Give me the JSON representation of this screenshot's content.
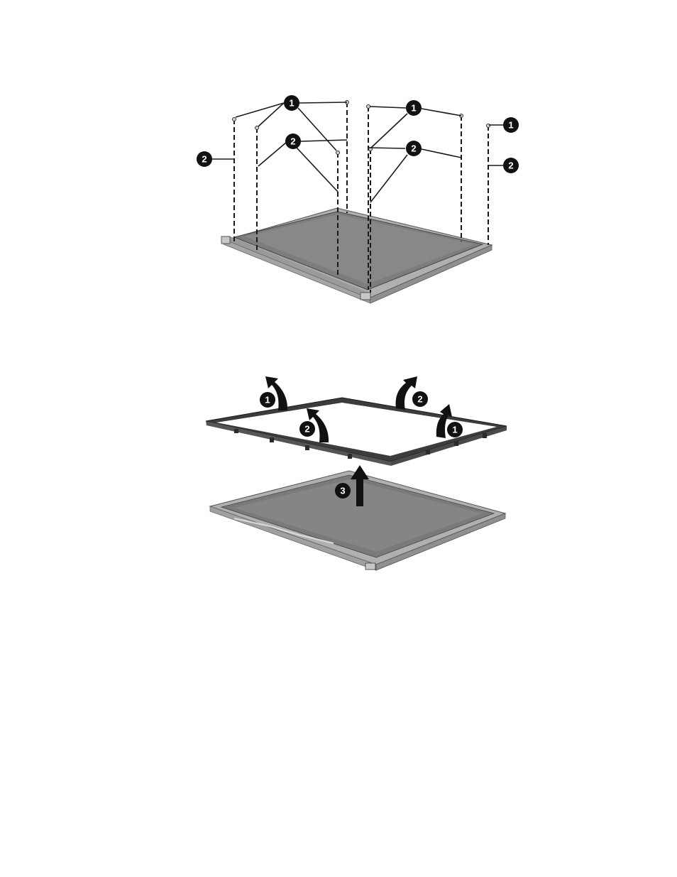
{
  "colors": {
    "panel_top": "#8a8a8a",
    "panel_edge": "#b5b5b5",
    "bezel": "#4a4a4a",
    "line": "#1a1a1a",
    "callout_fill": "#111111",
    "callout_text": "#ffffff"
  },
  "figure_screws": {
    "callouts": {
      "c1_top_left": "1",
      "c1_top_right": "1",
      "c1_far_right": "1",
      "c2_far_left": "2",
      "c2_mid_left": "2",
      "c2_mid_right": "2",
      "c2_far_right": "2"
    }
  },
  "figure_bezel": {
    "callouts": {
      "c1_left": "1",
      "c1_right": "1",
      "c2_left": "2",
      "c2_right": "2",
      "c3_center": "3"
    }
  }
}
